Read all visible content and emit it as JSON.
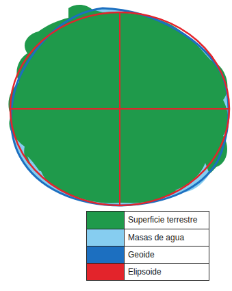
{
  "diagram": {
    "legend": [
      {
        "text": "Superficie terrestre",
        "color": "#1f9a4b"
      },
      {
        "text": "Masas de agua",
        "color": "#86cdf0"
      },
      {
        "text": "Geoide",
        "color": "#1c6fc0"
      },
      {
        "text": "Elipsoide",
        "color": "#e3242b"
      }
    ]
  }
}
